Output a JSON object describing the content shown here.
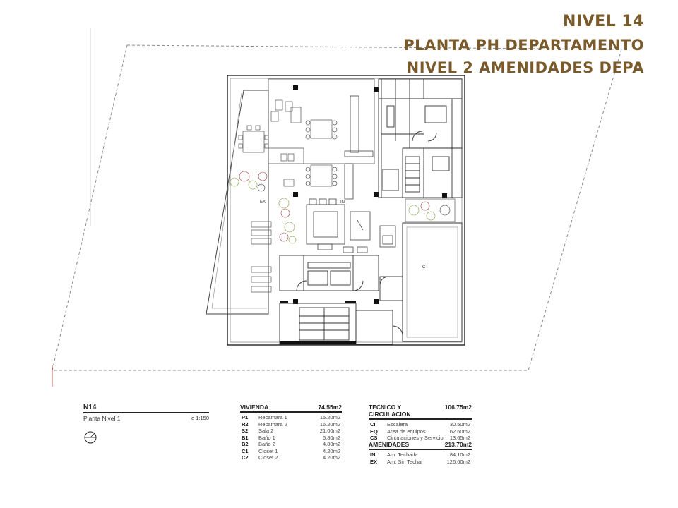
{
  "title": {
    "line1": "NIVEL 14",
    "line2": "PLANTA PH DEPARTAMENTO",
    "line3": "NIVEL 2 AMENIDADES DEPA"
  },
  "plan_labels": {
    "ex": "EX",
    "in": "IN",
    "ct": "CT"
  },
  "level_box": {
    "code": "N14",
    "name": "Planta Nivel 1",
    "scale": "e 1:150"
  },
  "vivienda": {
    "header": "VIVIENDA",
    "total": "74.55m2",
    "rows": [
      {
        "code": "P1",
        "name": "Recamara 1",
        "area": "15.20m2"
      },
      {
        "code": "R2",
        "name": "Recamara 2",
        "area": "16.20m2"
      },
      {
        "code": "S2",
        "name": "Sala 2",
        "area": "21.00m2"
      },
      {
        "code": "B1",
        "name": "Baño 1",
        "area": "5.80m2"
      },
      {
        "code": "B2",
        "name": "Baño 2",
        "area": "4.80m2"
      },
      {
        "code": "C1",
        "name": "Closet 1",
        "area": "4.20m2"
      },
      {
        "code": "C2",
        "name": "Closet 2",
        "area": "4.20m2"
      }
    ]
  },
  "tecnico": {
    "header": "TECNICO Y CIRCULACION",
    "total": "106.75m2",
    "rows": [
      {
        "code": "CI",
        "name": "Escalera",
        "area": "30.50m2"
      },
      {
        "code": "EQ",
        "name": "Area de equipos",
        "area": "62.60m2"
      },
      {
        "code": "CS",
        "name": "Circulaciones y Servicio",
        "area": "13.65m2"
      }
    ]
  },
  "amenidades": {
    "header": "AMENIDADES",
    "total": "213.70m2",
    "rows": [
      {
        "code": "IN",
        "name": "Am. Techada",
        "area": "84.10m2"
      },
      {
        "code": "EX",
        "name": "Am. Sin Techar",
        "area": "126.60m2"
      }
    ]
  },
  "colors": {
    "title": "#7a5a2a",
    "line": "#333333",
    "dashed": "#8a8a8a",
    "plant_green": "#7a9a3a",
    "plant_red": "#9a3a3a"
  }
}
